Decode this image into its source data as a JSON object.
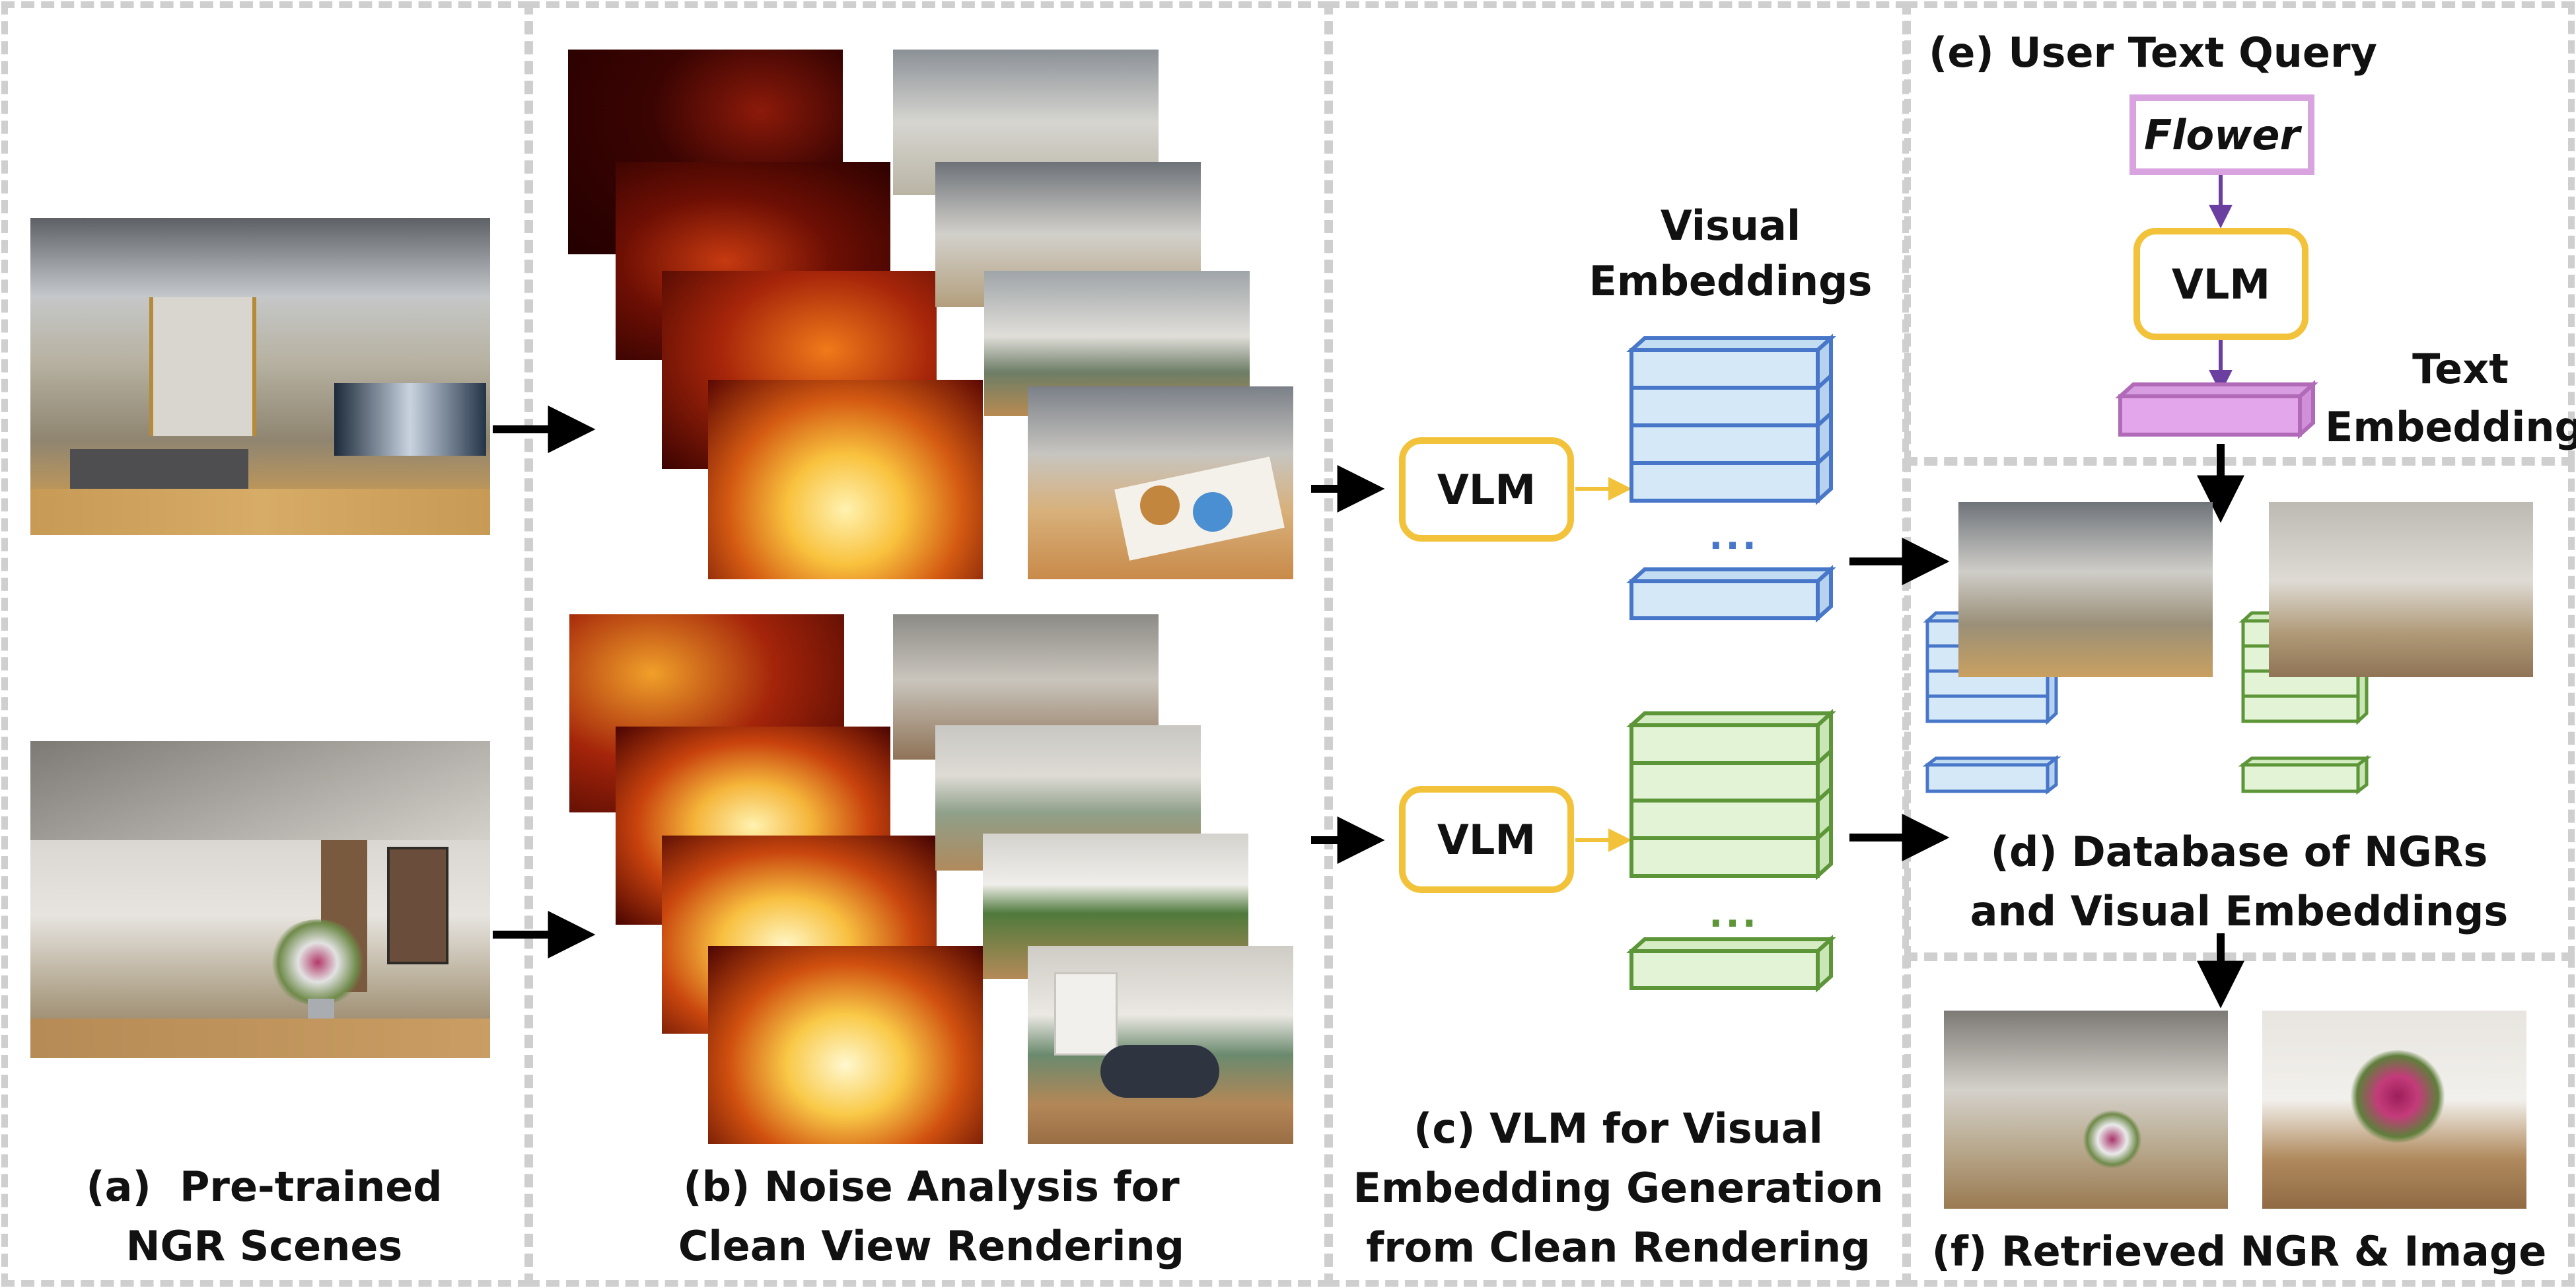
{
  "panels": {
    "a": {
      "line1": "(a)  Pre-trained",
      "line2": "NGR Scenes"
    },
    "b": {
      "line1": "(b) Noise Analysis for",
      "line2": "Clean View Rendering"
    },
    "c": {
      "line1": "(c) VLM for Visual",
      "line2": "Embedding Generation",
      "line3": "from Clean Rendering"
    },
    "d": {
      "line1": "(d) Database of NGRs",
      "line2": "and Visual Embeddings"
    },
    "e": {
      "title": "(e) User Text Query"
    },
    "f": {
      "title": "(f) Retrieved NGR & Image"
    }
  },
  "query": {
    "text": "Flower"
  },
  "vlm": {
    "label": "VLM"
  },
  "visual_embeddings": {
    "line1": "Visual",
    "line2": "Embeddings"
  },
  "text_embedding": {
    "line1": "Text",
    "line2": "Embedding"
  },
  "ellipsis": "...",
  "colors": {
    "vlm_border": "#f2c33a",
    "query_border": "#d9a3df",
    "text_embedding_fill": "#e3a6ea",
    "text_embedding_stroke": "#b06ab8",
    "blue_fill": "#d4e8f7",
    "blue_stroke": "#4876c8",
    "green_fill": "#e3f3d6",
    "green_stroke": "#5c9638",
    "arrow": "#000000",
    "purple_arrow": "#6b3fa0",
    "panel_border": "#cfcfcf"
  },
  "icons": [
    "arrow-right-icon",
    "arrow-down-icon",
    "stack-icon"
  ]
}
